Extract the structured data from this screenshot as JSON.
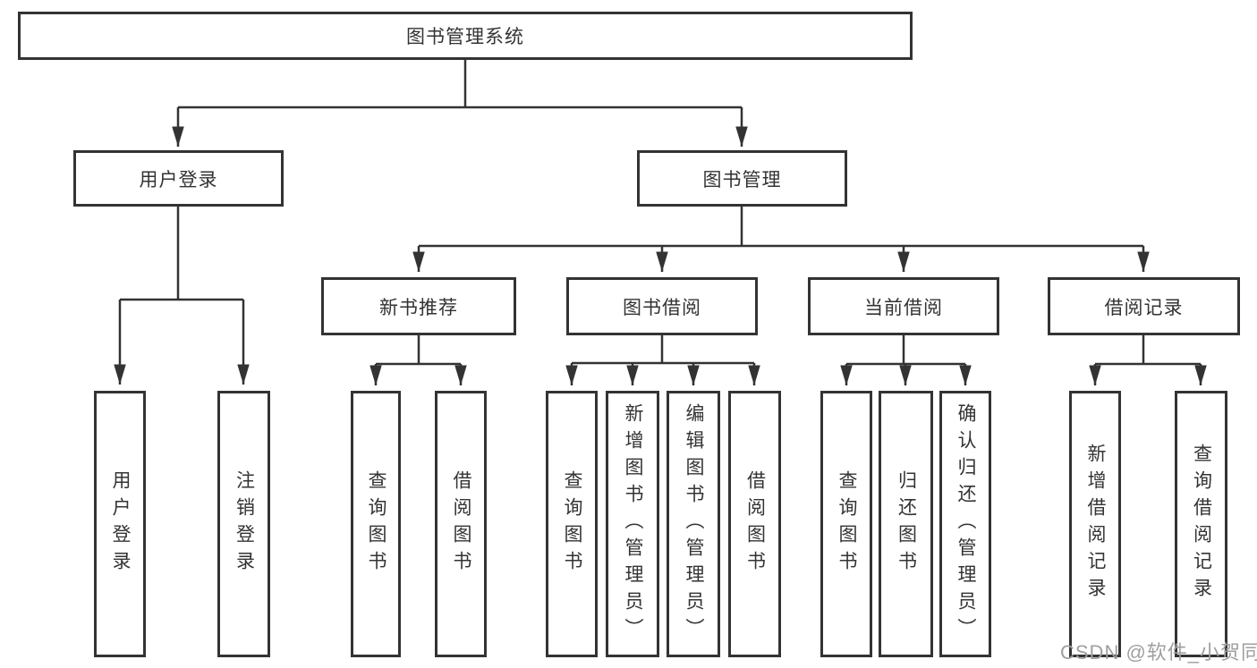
{
  "diagram": {
    "type": "hierarchy-tree",
    "root": {
      "label": "图书管理系统"
    },
    "branches": [
      {
        "label": "用户登录",
        "children": [
          {
            "label": "用户登录"
          },
          {
            "label": "注销登录"
          }
        ]
      },
      {
        "label": "图书管理",
        "children": [
          {
            "label": "新书推荐",
            "children": [
              {
                "label": "查询图书"
              },
              {
                "label": "借阅图书"
              }
            ]
          },
          {
            "label": "图书借阅",
            "children": [
              {
                "label": "查询图书"
              },
              {
                "label": "新增图书（管理员）"
              },
              {
                "label": "编辑图书（管理员）"
              },
              {
                "label": "借阅图书"
              }
            ]
          },
          {
            "label": "当前借阅",
            "children": [
              {
                "label": "查询图书"
              },
              {
                "label": "归还图书"
              },
              {
                "label": "确认归还（管理员）"
              }
            ]
          },
          {
            "label": "借阅记录",
            "children": [
              {
                "label": "新增借阅记录"
              },
              {
                "label": "查询借阅记录"
              }
            ]
          }
        ]
      }
    ],
    "colors": {
      "line": "#333333",
      "box_border": "#333333",
      "text": "#333333",
      "background": "#ffffff"
    }
  },
  "watermark": {
    "text": "CSDN @软件_小贺同学",
    "color": "#9f9f9f"
  }
}
